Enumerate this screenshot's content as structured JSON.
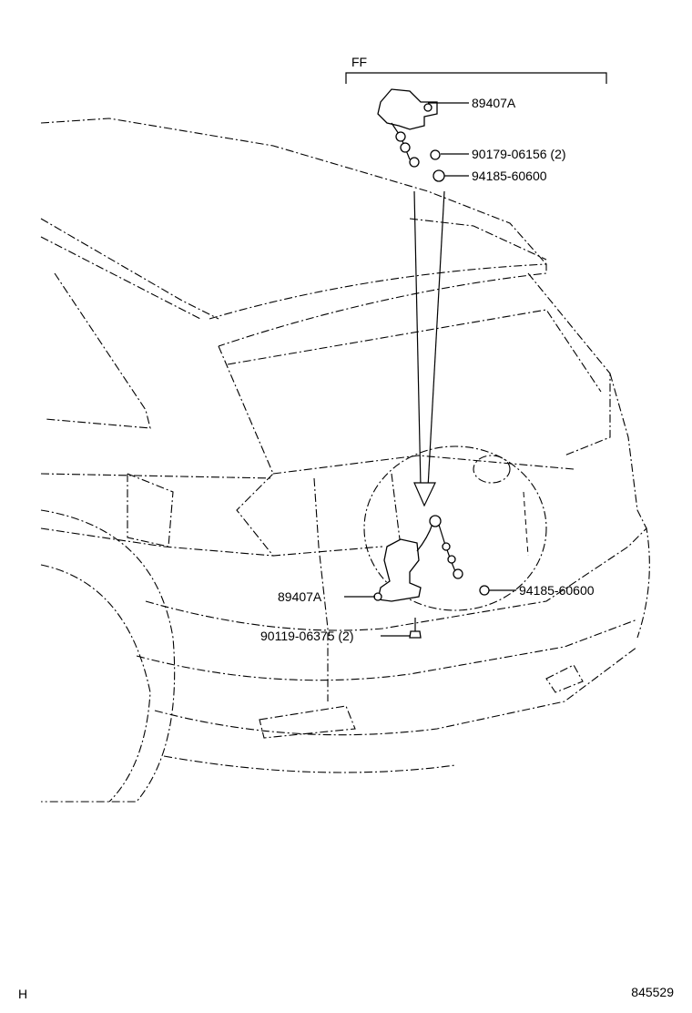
{
  "variant_label": "FF",
  "callouts": {
    "sensor_top": "89407A",
    "nut_top": "90179-06156 (2)",
    "nut2_top": "94185-60600",
    "sensor_bottom": "89407A",
    "nut_bottom": "94185-60600",
    "bolt_bottom": "90119-06375 (2)"
  },
  "corner_left": "H",
  "corner_right": "845529"
}
